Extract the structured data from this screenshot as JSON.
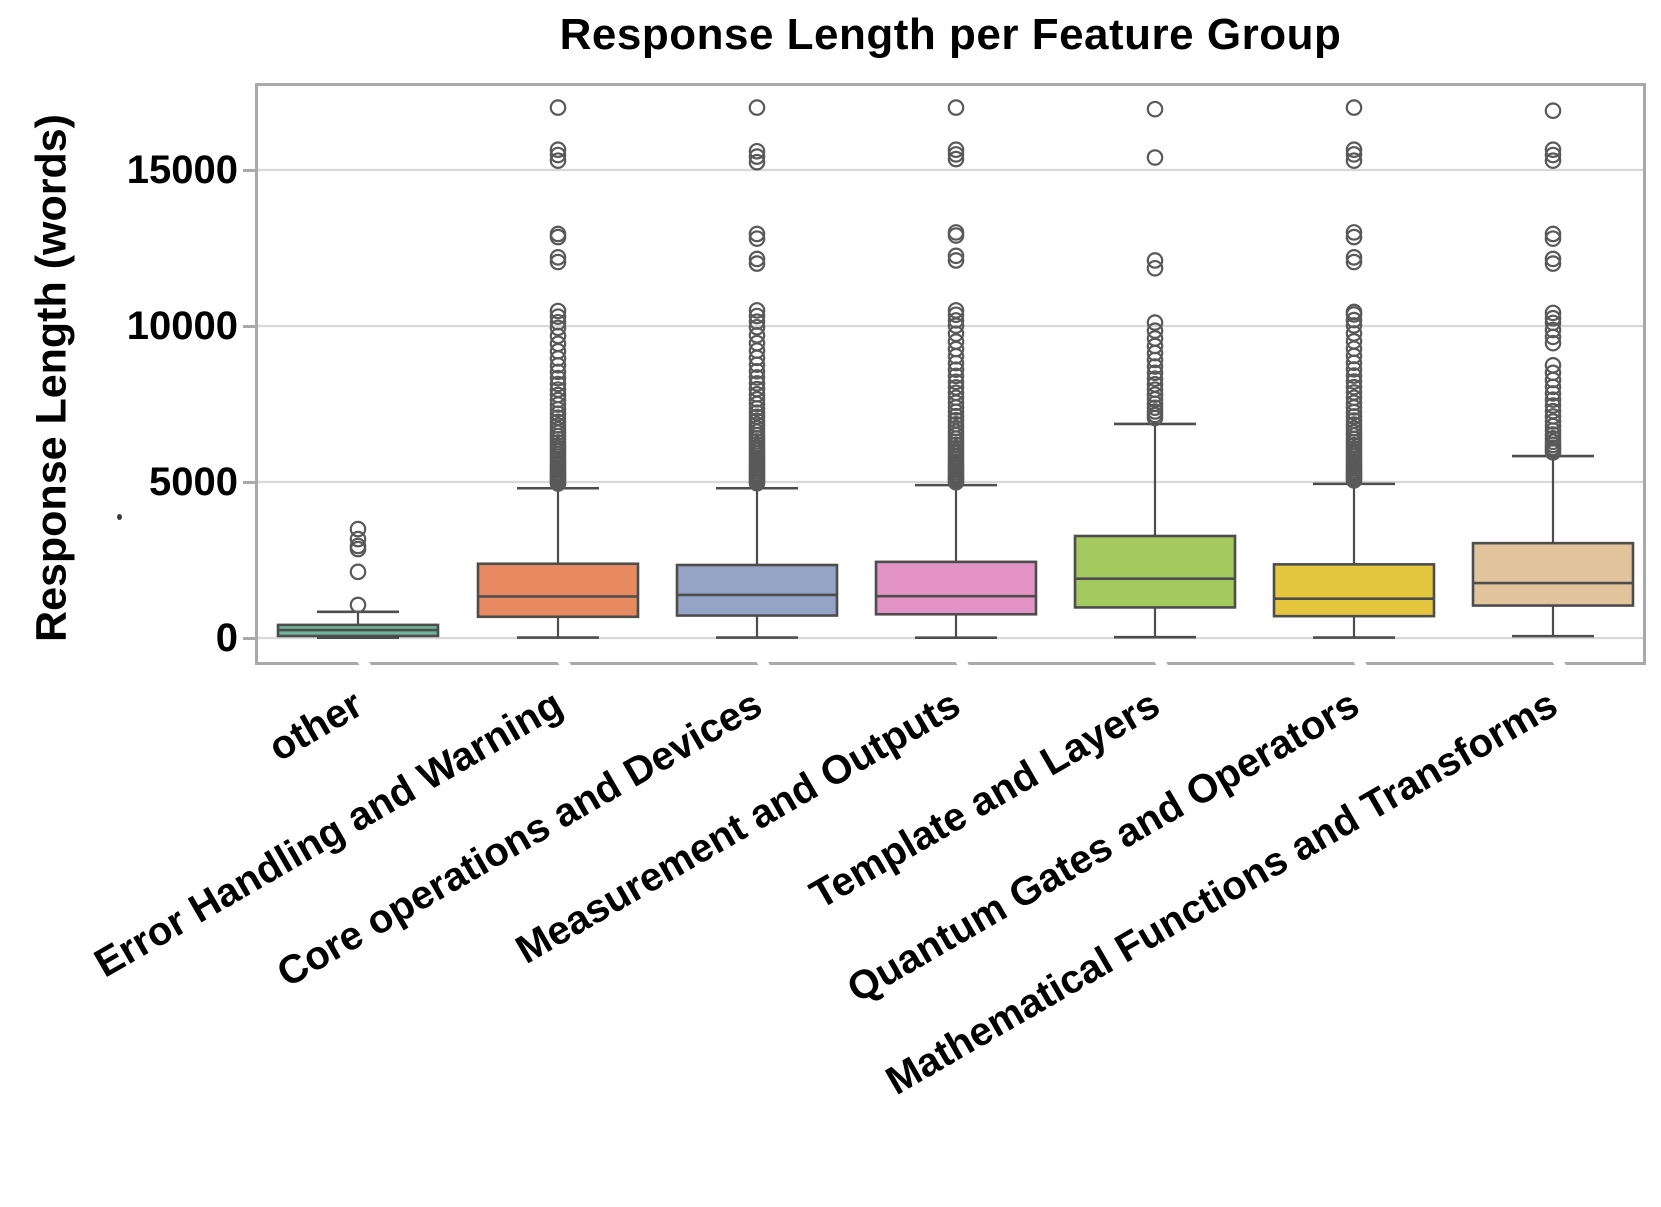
{
  "title": "Response Length per Feature Group",
  "y_axis": {
    "label": "Response Length (words)",
    "tick_labels": [
      "0",
      "5000",
      "10000",
      "15000"
    ]
  },
  "chart_data": {
    "type": "boxplot",
    "title": "Response Length per Feature Group",
    "xlabel": "",
    "ylabel": "Response Length (words)",
    "ylim": [
      -870,
      17790
    ],
    "yticks": [
      0,
      5000,
      10000,
      15000
    ],
    "ytick_labels": [
      "0",
      "5000",
      "10000",
      "15000"
    ],
    "grid": "horizontal-gridlines-at-yticks",
    "legend": "none",
    "categories": [
      "other",
      "Error Handling and Warning",
      "Core operations and Devices",
      "Measurement and Outputs",
      "Template and Layers",
      "Quantum Gates and Operators",
      "Mathematical Functions and Transforms"
    ],
    "colors": {
      "flier_edge": "#595959",
      "box_edge": "#4d4d4d",
      "gridline": "#d8d8d8",
      "spine": "#a9a9a9"
    },
    "series": [
      {
        "name": "other",
        "color": "#6db69c",
        "q1": 65,
        "median": 255,
        "q3": 420,
        "whisker_low": 10,
        "whisker_high": 840,
        "outliers": [
          1060,
          2120,
          2850,
          2950,
          3170,
          3490
        ]
      },
      {
        "name": "Error Handling and Warning",
        "color": "#e78a61",
        "q1": 680,
        "median": 1330,
        "q3": 2380,
        "whisker_low": 15,
        "whisker_high": 4800,
        "outliers": [
          4950,
          5010,
          5070,
          5130,
          5190,
          5250,
          5310,
          5380,
          5450,
          5520,
          5590,
          5660,
          5740,
          5820,
          5900,
          5990,
          6080,
          6170,
          6270,
          6370,
          6470,
          6580,
          6690,
          6810,
          6930,
          7060,
          7190,
          7330,
          7480,
          7630,
          7790,
          7960,
          8140,
          8330,
          8530,
          8740,
          8960,
          9190,
          9430,
          9680,
          9940,
          10120,
          10300,
          10480,
          12050,
          12200,
          12850,
          12950,
          15300,
          15480,
          15650,
          17000
        ]
      },
      {
        "name": "Core operations and Devices",
        "color": "#95a3c6",
        "q1": 720,
        "median": 1380,
        "q3": 2340,
        "whisker_low": 15,
        "whisker_high": 4800,
        "outliers": [
          4960,
          5020,
          5080,
          5140,
          5200,
          5260,
          5330,
          5400,
          5470,
          5540,
          5610,
          5690,
          5770,
          5850,
          5930,
          6020,
          6110,
          6200,
          6300,
          6400,
          6500,
          6610,
          6720,
          6840,
          6960,
          7090,
          7220,
          7360,
          7500,
          7650,
          7810,
          7980,
          8160,
          8350,
          8550,
          8760,
          8980,
          9210,
          9450,
          9700,
          9960,
          10140,
          10320,
          10500,
          12000,
          12150,
          12800,
          12950,
          15250,
          15430,
          15600,
          17000
        ]
      },
      {
        "name": "Measurement and Outputs",
        "color": "#e292c4",
        "q1": 760,
        "median": 1340,
        "q3": 2440,
        "whisker_low": 10,
        "whisker_high": 4900,
        "outliers": [
          4990,
          5050,
          5110,
          5170,
          5230,
          5300,
          5370,
          5440,
          5510,
          5580,
          5660,
          5740,
          5820,
          5910,
          6000,
          6090,
          6190,
          6290,
          6390,
          6500,
          6610,
          6730,
          6850,
          6980,
          7110,
          7250,
          7390,
          7540,
          7700,
          7860,
          8030,
          8210,
          8400,
          8600,
          8810,
          9030,
          9260,
          9500,
          9750,
          10010,
          10180,
          10360,
          10500,
          12100,
          12250,
          12900,
          13000,
          15350,
          15500,
          15650,
          17000
        ]
      },
      {
        "name": "Template and Layers",
        "color": "#a4c95e",
        "q1": 980,
        "median": 1900,
        "q3": 3270,
        "whisker_low": 25,
        "whisker_high": 6860,
        "outliers": [
          7050,
          7150,
          7260,
          7380,
          7510,
          7650,
          7800,
          7960,
          8130,
          8310,
          8500,
          8700,
          8910,
          9130,
          9360,
          9600,
          9850,
          10110,
          11850,
          12100,
          15400,
          16950
        ]
      },
      {
        "name": "Quantum Gates and Operators",
        "color": "#e5c63f",
        "q1": 700,
        "median": 1260,
        "q3": 2360,
        "whisker_low": 15,
        "whisker_high": 4940,
        "outliers": [
          5050,
          5110,
          5170,
          5230,
          5290,
          5360,
          5430,
          5500,
          5570,
          5650,
          5730,
          5810,
          5900,
          5990,
          6080,
          6180,
          6280,
          6380,
          6490,
          6600,
          6720,
          6840,
          6970,
          7100,
          7240,
          7390,
          7540,
          7700,
          7870,
          8040,
          8220,
          8410,
          8610,
          8820,
          9040,
          9270,
          9510,
          9760,
          10020,
          10190,
          10370,
          10450,
          12050,
          12200,
          12850,
          13000,
          15300,
          15500,
          15650,
          17000
        ]
      },
      {
        "name": "Mathematical Functions and Transforms",
        "color": "#e1c49b",
        "q1": 1040,
        "median": 1760,
        "q3": 3040,
        "whisker_low": 60,
        "whisker_high": 5830,
        "outliers": [
          5950,
          6020,
          6100,
          6190,
          6290,
          6400,
          6520,
          6650,
          6790,
          6940,
          7100,
          7270,
          7450,
          7640,
          7840,
          8050,
          8270,
          8500,
          8740,
          9450,
          9650,
          9870,
          10100,
          10250,
          10420,
          12000,
          12150,
          12800,
          12950,
          15300,
          15480,
          15650,
          16900
        ]
      }
    ]
  }
}
